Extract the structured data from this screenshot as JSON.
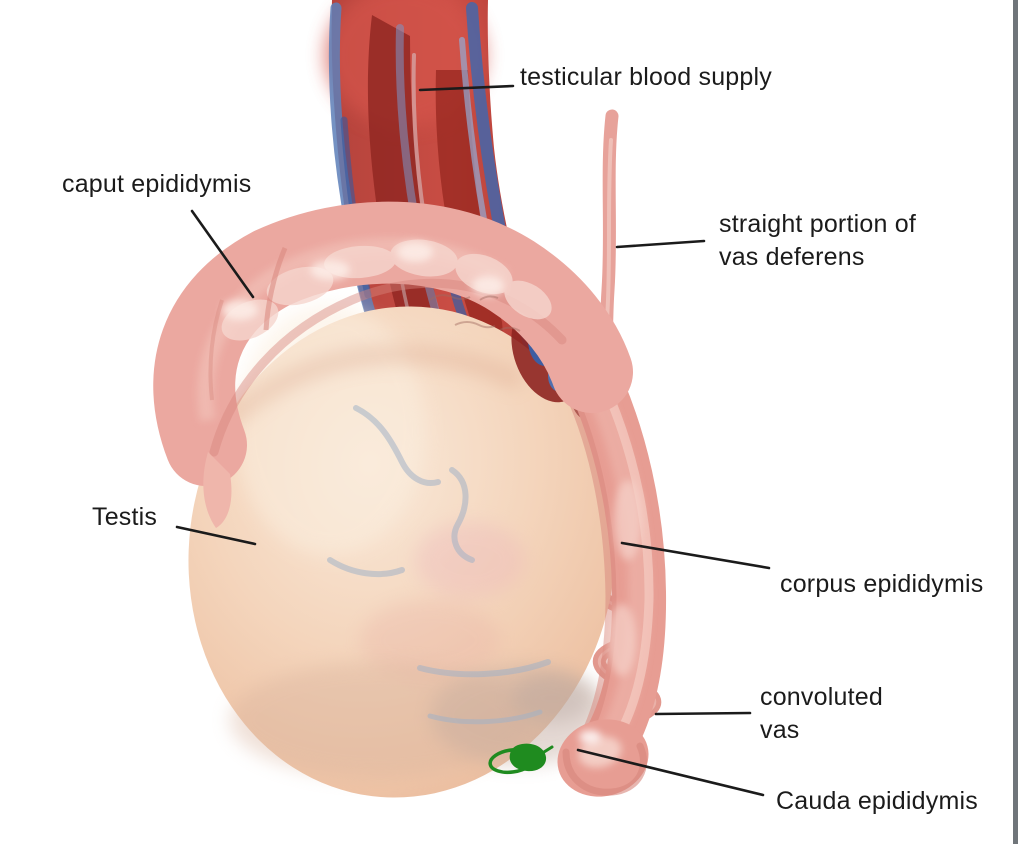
{
  "diagram": {
    "subject": "Testis and epididymis anatomical illustration",
    "labels": {
      "blood_supply": "testicular blood supply",
      "caput": "caput epididymis",
      "straight_vas": "straight portion of\nvas deferens",
      "testis": "Testis",
      "corpus": "corpus epididymis",
      "convoluted_vas": "convoluted\nvas",
      "cauda": "Cauda epididymis"
    },
    "colors": {
      "background": "#ffffff",
      "text": "#1b1b1b",
      "leader_line": "#1b1b1b",
      "right_border_stripe": "#70757a",
      "artery_red": "#c0443c",
      "artery_dark_red": "#8e2521",
      "vein_blue": "#5d7fb8",
      "epididymis_pink": "#eba8a0",
      "testis_skin": "#f2cfb5",
      "vas_deferens_pink": "#e7a29a",
      "annotation_green": "#1f8b1f"
    }
  }
}
